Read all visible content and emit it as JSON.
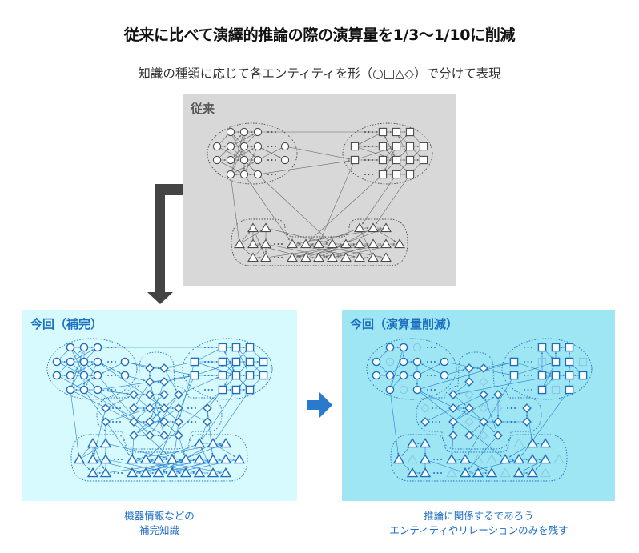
{
  "title": "従来に比べて演繹的推論の際の演算量を1/3〜1/10に削減",
  "subtitle": "知識の種類に応じて各エンティティを形（○□△◇）で分けて表現",
  "colors": {
    "title_text": "#111111",
    "subtitle_text": "#333333",
    "conventional_bg": "#d8d8d8",
    "complement_bg": "#d6fafd",
    "reduced_bg": "#9fe6f4",
    "accent_blue": "#1f6fc4",
    "node_stroke_gray": "#4a4a4a",
    "edge_gray": "#6a6a6a",
    "node_stroke_blue": "#1b6ec2",
    "edge_blue": "#2a7fcf",
    "removed_node": "#86c6e6",
    "flow_arrow_gray": "#444444",
    "flow_arrow_blue": "#2b79cc"
  },
  "graph": {
    "clusters": {
      "C": {
        "entity_shape": "circle",
        "glyph": "○",
        "rows": [
          [
            1,
            2,
            3
          ],
          [
            0,
            1,
            2,
            3,
            4
          ],
          [
            0,
            1,
            2,
            3,
            4
          ],
          [
            1,
            2,
            3
          ]
        ]
      },
      "S": {
        "entity_shape": "square",
        "glyph": "□",
        "rows": [
          [
            1,
            2,
            3
          ],
          [
            0,
            1,
            2,
            3,
            4
          ],
          [
            0,
            1,
            2,
            3,
            4
          ],
          [
            1,
            2,
            3
          ]
        ]
      },
      "T": {
        "entity_shape": "triangle",
        "glyph": "△",
        "rows": [
          [
            1,
            2,
            8,
            9,
            10
          ],
          [
            0,
            1,
            2,
            3,
            4,
            5,
            6,
            7,
            8,
            9,
            10,
            11
          ],
          [
            1,
            2,
            3,
            4,
            5,
            6,
            7,
            8,
            9,
            10
          ]
        ]
      },
      "D": {
        "entity_shape": "diamond",
        "glyph": "◇",
        "rows": [
          [
            2,
            3
          ],
          [
            2,
            3
          ],
          [
            1,
            2,
            3,
            4
          ],
          [
            0,
            1,
            2,
            3,
            4,
            5
          ],
          [
            0,
            1,
            2,
            3,
            4,
            5
          ],
          [
            1,
            2,
            3,
            4
          ]
        ]
      }
    },
    "omitted_marker": "···",
    "base_edges": [
      "C0.1>C0.2",
      "C0.2>C0.3",
      "C1.0>C1.1",
      "C1.1>C1.2",
      "C1.2>C1.3",
      "C2.0>C2.1",
      "C2.1>C2.2",
      "C2.2>C2.3",
      "C3.3>C3.2",
      "C3.2>C3.1",
      "C1.0>C0.1",
      "C2.0>C0.2",
      "C1.1>C0.3",
      "C2.1>C1.3",
      "C3.1>C1.2",
      "C3.1>C2.3",
      "C1.2>C2.3",
      "C0.1>C2.2",
      "C0.3>C2.1",
      "C1.3>C3.2",
      "C2.2>C3.3",
      "C0.2>C3.2",
      "C1.4>C2.3",
      "C2.4>C1.3",
      "C1.1>C3.3",
      "C2.0>C3.2",
      "C1.0>C2.2",
      "C3.1>C0.2",
      "C2.3>C0.1",
      "C1.3>C2.4",
      "S0.1>S0.2",
      "S0.2>S0.3",
      "S1.0>S1.1",
      "S1.1>S1.2",
      "S1.2>S1.3",
      "S1.3>S1.4",
      "S2.0>S2.1",
      "S2.1>S2.2",
      "S2.2>S2.3",
      "S2.3>S2.4",
      "S3.1>S3.2",
      "S3.2>S3.3",
      "S0.1>S2.2",
      "S1.1>S3.3",
      "S2.1>S0.3",
      "S3.1>S1.3",
      "S0.2>S2.4",
      "S1.4>S3.2",
      "S2.2>S0.1",
      "S1.2>S3.1",
      "S2.3>S0.2",
      "S3.3>S1.1",
      "S1.0>S2.2",
      "S2.0>S1.2",
      "S0.3>S1.4",
      "S2.4>S3.3",
      "S1.3>S3.1",
      "S0.1>S1.0",
      "T0.1>T1.1",
      "T0.2>T1.2",
      "T1.0>T2.1",
      "T1.1>T1.2",
      "T1.2>T2.2",
      "T2.1>T2.2",
      "T0.1>T2.2",
      "T1.0>T0.2",
      "T0.8>T0.9",
      "T0.9>T0.10",
      "T1.3>T1.4",
      "T1.4>T1.5",
      "T1.5>T1.6",
      "T1.6>T1.7",
      "T1.7>T1.8",
      "T1.8>T1.9",
      "T1.9>T1.10",
      "T1.10>T1.11",
      "T2.3>T2.4",
      "T2.4>T2.5",
      "T2.5>T2.6",
      "T2.6>T2.7",
      "T2.7>T2.8",
      "T2.8>T2.9",
      "T2.9>T2.10",
      "T0.8>T1.5",
      "T0.9>T2.5",
      "T0.10>T1.3",
      "T1.11>T2.6",
      "T2.10>T1.4",
      "T1.2>T2.6",
      "T2.3>T1.9",
      "T1.3>T2.8",
      "T0.2>T1.6",
      "T2.2>T1.8",
      "T1.1>T2.4",
      "T2.4>T0.10",
      "T1.7>T2.3",
      "T1.10>T2.5",
      "T1.0>T0.1",
      "T2.1>T1.2",
      "T0.9>T1.11",
      "T2.9>T0.8",
      "T1.4>T2.7",
      "T2.6>T1.9",
      "C0.3>S0.1",
      "C1.4>S2.0",
      "C3.3>S2.0",
      "C3.1>T1.0",
      "C3.2>T1.3",
      "C3.3>T1.6",
      "S3.1>T1.4",
      "S3.2>T0.8",
      "S3.3>T0.9",
      "S2.0>T1.5"
    ],
    "diamond_edges": [
      "D0.2>D0.3",
      "D1.2>D1.3",
      "D2.1>D2.2",
      "D2.2>D2.3",
      "D3.1>D3.2",
      "D3.2>D3.3",
      "D3.3>D3.4",
      "D4.1>D4.2",
      "D4.2>D4.3",
      "D4.3>D4.4",
      "D5.1>D5.2",
      "D5.2>D5.3",
      "D5.3>D5.4",
      "D0.2>D1.2",
      "D0.3>D2.4",
      "D1.2>D3.1",
      "D2.1>D4.3",
      "D3.0>D2.1",
      "D4.0>D3.2",
      "D3.5>D4.5",
      "D4.5>D3.4",
      "D5.1>D3.3",
      "D2.4>D5.2",
      "D3.2>D5.4",
      "D4.4>D2.2",
      "D1.3>D4.2",
      "D5.3>D1.2",
      "D3.4>D5.1",
      "D2.3>D4.1",
      "D4.2>D2.4",
      "C1.4>D0.2",
      "C2.4>D1.2",
      "C3.3>D2.1",
      "S1.0>D0.3",
      "S2.0>D1.3",
      "S3.1>D3.5",
      "D5.1>T1.3",
      "D5.4>T1.7",
      "D4.5>T0.8",
      "D3.0>T1.1",
      "C3.1>D4.1",
      "D2.4>S2.1",
      "C2.3>D5.2",
      "D4.4>T2.6",
      "C3.2>D5.3",
      "S1.0>D4.4",
      "D3.5>T1.9",
      "C1.3>D3.3",
      "D2.1>C3.3",
      "D4.0>T1.2"
    ]
  },
  "panels": [
    {
      "key": "conventional",
      "label": "従来",
      "clusters": [
        "C",
        "S",
        "T"
      ],
      "edge_sets": [
        "base_edges"
      ],
      "removed_nodes": []
    },
    {
      "key": "complement",
      "label": "今回（補完）",
      "clusters": [
        "C",
        "S",
        "T",
        "D"
      ],
      "edge_sets": [
        "base_edges",
        "diamond_edges"
      ],
      "removed_nodes": [],
      "caption": [
        "機器情報などの",
        "補完知識"
      ]
    },
    {
      "key": "reduced",
      "label": "今回（演算量削減）",
      "clusters": [
        "C",
        "S",
        "T",
        "D"
      ],
      "removed_nodes": [
        "C0.3",
        "C1.1",
        "C3.2",
        "S1.1",
        "S1.4",
        "S3.2",
        "D1.3",
        "D2.2",
        "D3.0",
        "D3.3",
        "D3.4",
        "D4.2",
        "D5.3",
        "T0.8",
        "T1.1",
        "T1.5",
        "T1.6",
        "T1.11",
        "T2.3",
        "T2.7",
        "T2.10"
      ],
      "edges": [
        "C0.1>C0.2",
        "C1.0>C0.1",
        "C2.0>C2.1",
        "C2.1>C2.2",
        "C2.2>C2.3",
        "C1.2>C2.1",
        "C0.2>C1.2",
        "C1.2>C1.3",
        "C1.3>C3.3",
        "C3.1>C2.2",
        "C1.0>C2.1",
        "C0.2>C3.1",
        "C2.3>C1.4",
        "C2.4>C1.3",
        "S0.3>S0.2",
        "S0.1>S1.2",
        "S1.3>S0.3",
        "S1.2>S0.2",
        "S2.1>S2.2",
        "S2.2>S2.3",
        "S2.4>S2.3",
        "S1.0>S2.2",
        "S2.0>S1.2",
        "S3.1>S2.2",
        "S3.3>S2.3",
        "S2.1>S0.1",
        "S1.3>S2.4",
        "S1.2>S3.1",
        "S2.3>S1.3",
        "T0.1>T1.0",
        "T0.2>T0.1",
        "T1.0>T2.1",
        "T2.1>T2.2",
        "T1.2>T2.2",
        "T0.2>T1.2",
        "T1.3>T1.4",
        "T1.7>T1.8",
        "T1.8>T1.9",
        "T1.9>T1.10",
        "T2.4>T2.5",
        "T2.5>T2.6",
        "T2.8>T2.9",
        "T0.10>T0.9",
        "T0.9>T1.7",
        "T1.10>T2.9",
        "T2.4>T1.8",
        "T1.4>T2.6",
        "T2.8>T1.10",
        "T1.2>T2.4",
        "D0.2>D0.3",
        "D0.2>D1.2",
        "D1.2>D2.1",
        "D2.1>D3.2",
        "D2.3>D3.1",
        "D3.1>D3.2",
        "D4.1>D3.2",
        "D4.3>D4.4",
        "D4.0>D3.1",
        "D3.5>D4.5",
        "D4.5>D4.4",
        "D5.1>D4.1",
        "D5.2>D4.3",
        "D2.4>D4.4",
        "D5.4>D2.3",
        "D3.2>D5.4",
        "D4.1>D2.4",
        "C1.4>S2.0",
        "C3.3>S1.0",
        "C3.1>T1.0",
        "C3.3>T1.7",
        "S3.3>T1.8",
        "S2.0>T1.4",
        "C2.4>D0.2",
        "S1.0>D0.3",
        "D5.1>T1.3",
        "D5.4>T2.4",
        "D3.5>T0.9",
        "C3.3>D4.3",
        "S2.2>D2.1"
      ],
      "caption": [
        "推論に関係するであろう",
        "エンティティやリレーションのみを残す"
      ]
    }
  ]
}
